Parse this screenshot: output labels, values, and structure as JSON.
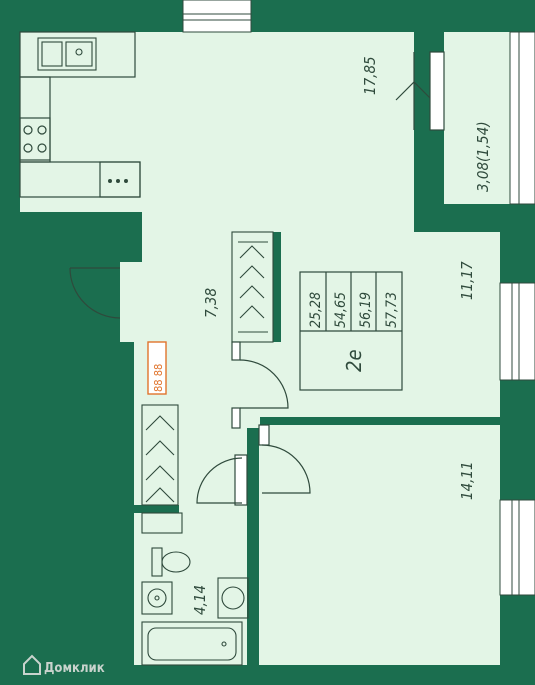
{
  "colors": {
    "wall": "#1b6e4f",
    "floor": "#e3f5e6",
    "line": "#2f4a3c",
    "window_fill": "#ffffff",
    "meter": "#e0742c",
    "watermark": "#c9d3cd"
  },
  "rooms": {
    "kitchen_living": "17,85",
    "balcony": "3,08(1,54)",
    "hall": "7,38",
    "room_1": "11,17",
    "room_2": "14,11",
    "bathroom": "4,14"
  },
  "summary": {
    "living_area": "25,28",
    "total_area": "54,65",
    "area_with_balcony": "56,19",
    "area_full": "57,73",
    "room_count": "2е"
  },
  "meter_label": "88 88",
  "watermark": "Домклик",
  "icons": [
    "sink-icon",
    "stove-icon",
    "dishwasher-icon",
    "toilet-icon",
    "washbasin-icon",
    "washing-machine-icon",
    "bathtub-icon",
    "radiator-icon",
    "door-icon",
    "window-icon"
  ]
}
